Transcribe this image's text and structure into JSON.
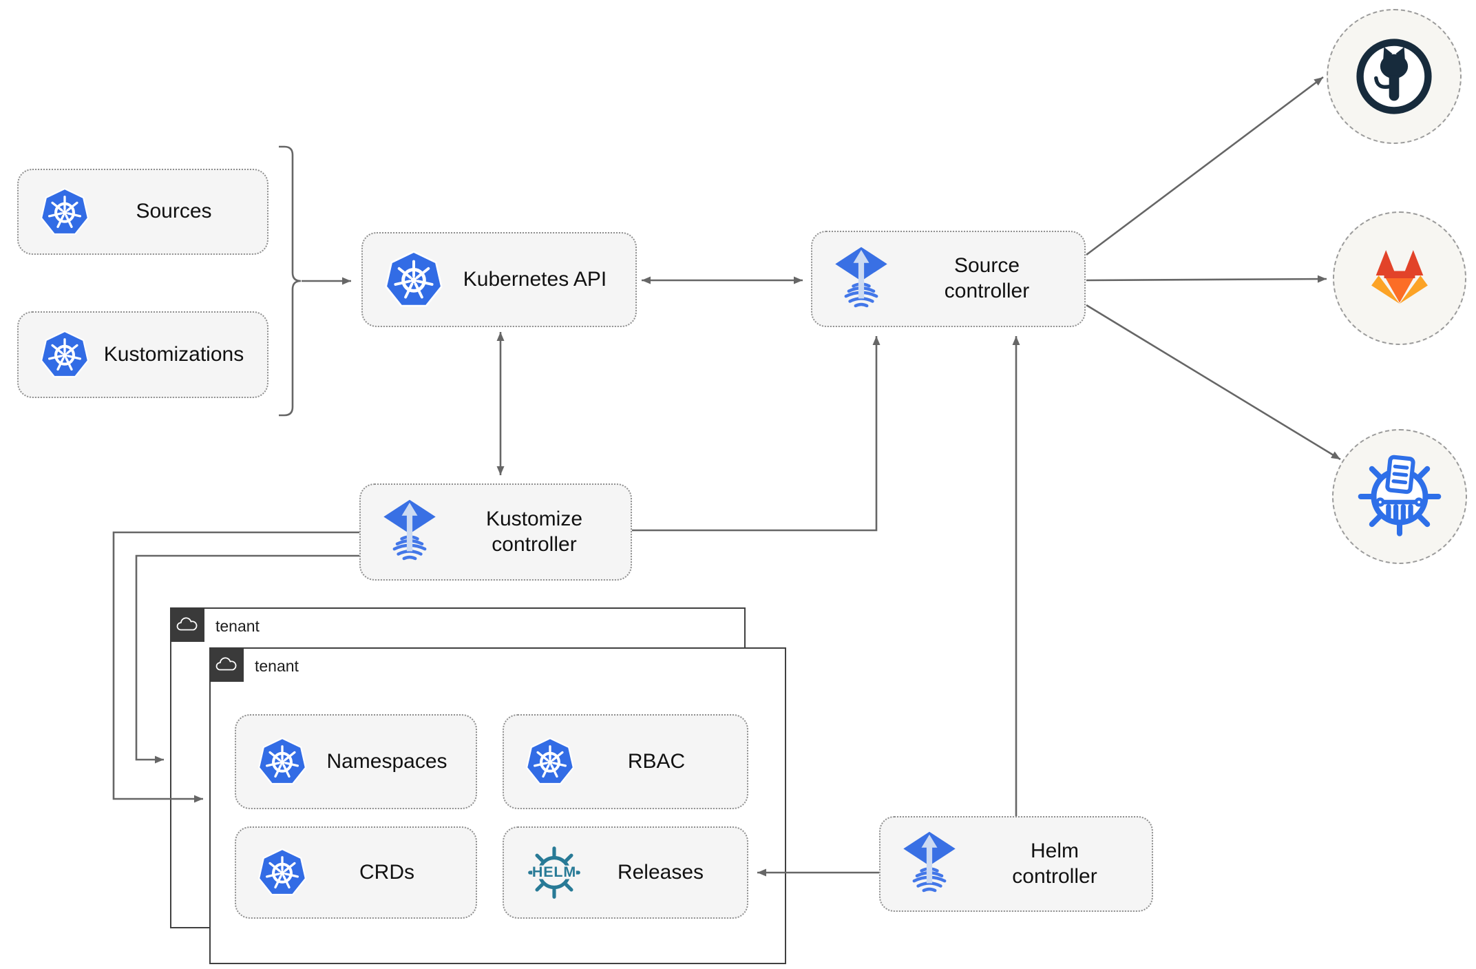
{
  "diagram": {
    "nodes": {
      "sources": {
        "label": "Sources",
        "icon": "kubernetes-icon"
      },
      "kustomizations": {
        "label": "Kustomizations",
        "icon": "kubernetes-icon"
      },
      "kubernetes_api": {
        "label": "Kubernetes API",
        "icon": "kubernetes-icon"
      },
      "source_controller": {
        "label": "Source controller",
        "icon": "flux-icon"
      },
      "kustomize_controller": {
        "label": "Kustomize controller",
        "icon": "flux-icon"
      },
      "helm_controller": {
        "label": "Helm controller",
        "icon": "flux-icon"
      },
      "tenant_back": {
        "label": "tenant",
        "icon": "cloud-icon"
      },
      "tenant_front": {
        "label": "tenant",
        "icon": "cloud-icon"
      },
      "namespaces": {
        "label": "Namespaces",
        "icon": "kubernetes-icon"
      },
      "rbac": {
        "label": "RBAC",
        "icon": "kubernetes-icon"
      },
      "crds": {
        "label": "CRDs",
        "icon": "kubernetes-icon"
      },
      "releases": {
        "label": "Releases",
        "icon": "helm-icon"
      }
    },
    "providers": [
      "github",
      "gitlab",
      "oci-registry"
    ],
    "helm_logo_text": "HELM",
    "connections": [
      "sources+kustomizations -> kubernetes_api",
      "kubernetes_api <-> source_controller",
      "kubernetes_api <-> kustomize_controller",
      "kustomize_controller -> source_controller",
      "helm_controller -> source_controller",
      "kustomize_controller -> tenant_front",
      "kustomize_controller -> tenant_back",
      "helm_controller -> releases",
      "source_controller -> github",
      "source_controller -> gitlab",
      "source_controller -> oci-registry"
    ],
    "colors": {
      "kubernetes_blue": "#326CE5",
      "flux_blue": "#3970E4",
      "flux_stripe_blue": "#4377E8",
      "flux_arrow_pale": "#CCDAF2",
      "helm_teal": "#287A96",
      "github_dark": "#172B3C",
      "gitlab_red": "#E24329",
      "gitlab_orange": "#FC6D26",
      "gitlab_yellow": "#FCA326",
      "registry_blue": "#2E6FE8",
      "line_gray": "#666666",
      "node_fill": "#F5F5F5",
      "tenant_header": "#3A3A3A"
    }
  }
}
